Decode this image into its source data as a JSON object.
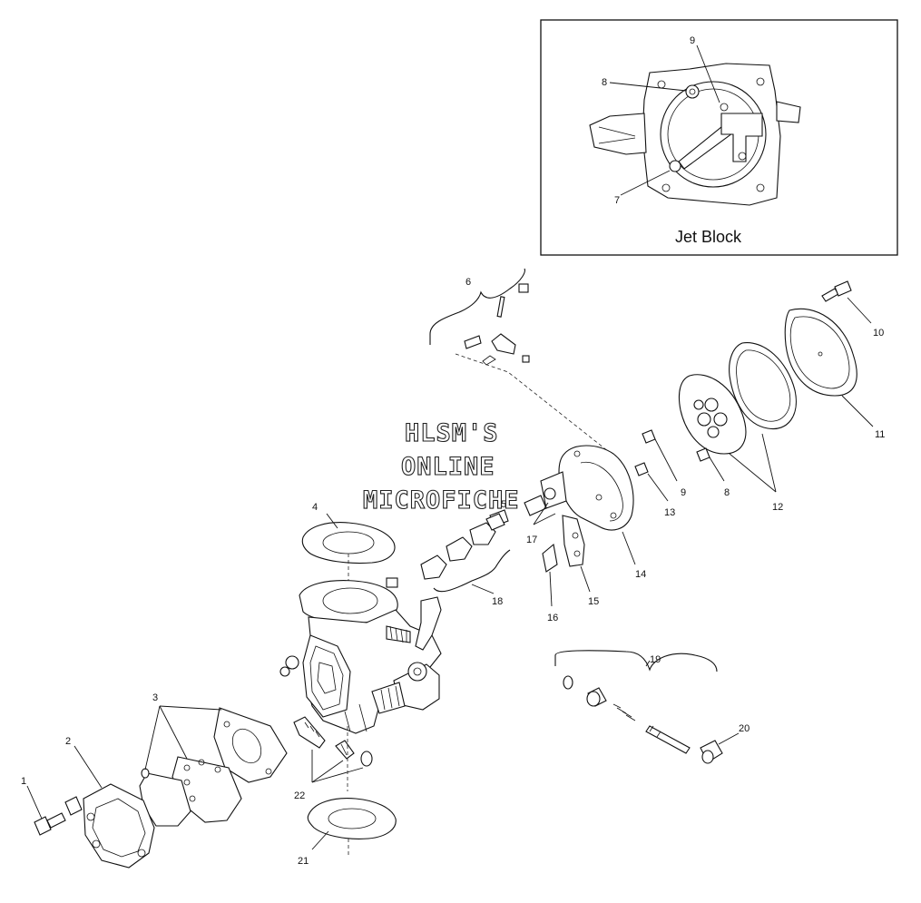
{
  "inset": {
    "title": "Jet Block"
  },
  "watermark": {
    "line1": "HLSM'S",
    "line2": "ONLINE",
    "line3": "MICROFICHE"
  },
  "callouts": [
    "1",
    "2",
    "3",
    "4",
    "5",
    "6",
    "7",
    "8",
    "9",
    "10",
    "11",
    "12",
    "13",
    "14",
    "15",
    "16",
    "17",
    "18",
    "19",
    "20",
    "21",
    "22",
    "8",
    "9"
  ],
  "colors": {
    "ink": "#111111",
    "background": "#ffffff"
  }
}
